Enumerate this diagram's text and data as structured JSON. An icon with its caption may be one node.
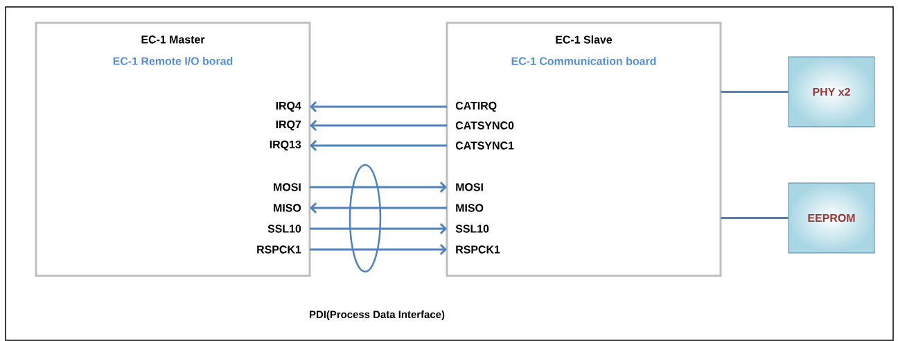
{
  "diagram": {
    "nodes": [
      {
        "text": [
          "EC-1 Master",
          "EC-1 Remote I/O borad"
        ]
      },
      {
        "text": [
          "EC-1 Slave",
          "EC-1 Communication board"
        ]
      },
      {
        "text": [
          "PHY x2"
        ]
      },
      {
        "text": [
          "EEPROM"
        ]
      },
      {
        "text": [
          "IRQ4"
        ],
        "in": 0
      },
      {
        "text": [
          "IRQ7"
        ],
        "in": 0
      },
      {
        "text": [
          "IRQ13"
        ],
        "in": 0
      },
      {
        "text": [
          "MOSI"
        ],
        "in": 0
      },
      {
        "text": [
          "MISO"
        ],
        "in": 0
      },
      {
        "text": [
          "SSL10"
        ],
        "in": 0
      },
      {
        "text": [
          "RSPCK1"
        ],
        "in": 0
      },
      {
        "text": [
          "CATIRQ"
        ],
        "in": 1
      },
      {
        "text": [
          "CATSYNC0"
        ],
        "in": 1
      },
      {
        "text": [
          "CATSYNC1"
        ],
        "in": 1
      },
      {
        "text": [
          "MOSI"
        ],
        "in": 1
      },
      {
        "text": [
          "MISO"
        ],
        "in": 1
      },
      {
        "text": [
          "SSL10"
        ],
        "in": 1
      },
      {
        "text": [
          "RSPCK1"
        ],
        "in": 1
      }
    ],
    "edges": [
      {
        "from": 11,
        "to": 4,
        "arrow": "to"
      },
      {
        "from": 12,
        "to": 5,
        "arrow": "to"
      },
      {
        "from": 13,
        "to": 6,
        "arrow": "to"
      },
      {
        "from": 7,
        "to": 14,
        "arrow": "to"
      },
      {
        "from": 15,
        "to": 8,
        "arrow": "to"
      },
      {
        "from": 9,
        "to": 16,
        "arrow": "to"
      },
      {
        "from": 10,
        "to": 17,
        "arrow": "to"
      },
      {
        "from": 1,
        "to": 2,
        "arrow": "none"
      },
      {
        "from": 1,
        "to": 3,
        "arrow": "none"
      }
    ],
    "labels": [
      "PDI(Process Data Interface)"
    ]
  }
}
